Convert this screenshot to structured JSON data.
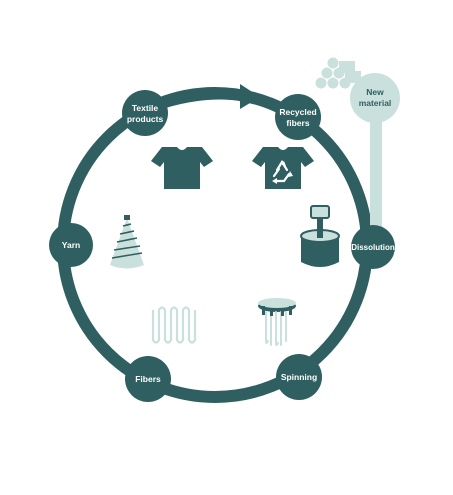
{
  "colors": {
    "primary": "#2f5f60",
    "light": "#c9e0dc",
    "white": "#ffffff",
    "background": "#ffffff"
  },
  "nodes": {
    "textile_products": {
      "line1": "Textile",
      "line2": "products"
    },
    "recycled_fibers": {
      "line1": "Recycled",
      "line2": "fibers"
    },
    "new_material": {
      "line1": "New",
      "line2": "material"
    },
    "dissolution": {
      "label": "Dissolution"
    },
    "spinning": {
      "label": "Spinning"
    },
    "fibers": {
      "label": "Fibers"
    },
    "yarn": {
      "label": "Yarn"
    }
  },
  "icons": {
    "tshirt": "tshirt-icon",
    "recycled_tshirt": "recycled-tshirt-icon",
    "log_pile": "log-pile-icon",
    "dissolution_tank": "dissolution-tank-icon",
    "spinneret": "spinneret-icon",
    "fiber_coil": "fiber-coil-icon",
    "yarn_cone": "yarn-cone-icon",
    "recycle_symbol": "recycle-symbol-icon",
    "arrow": "arrow-right-icon"
  }
}
